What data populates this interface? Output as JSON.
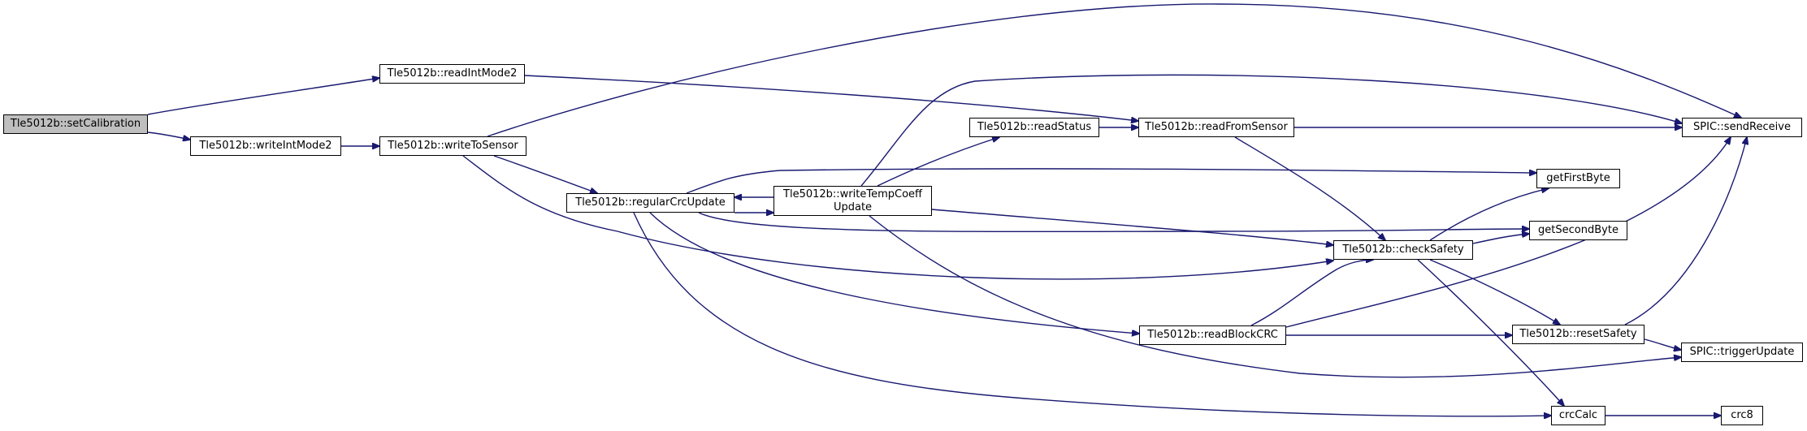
{
  "nodes": [
    {
      "id": "setCalibration",
      "label": "Tle5012b::setCalibration",
      "root": true
    },
    {
      "id": "readIntMode2",
      "label": "Tle5012b::readIntMode2"
    },
    {
      "id": "writeIntMode2",
      "label": "Tle5012b::writeIntMode2"
    },
    {
      "id": "writeToSensor",
      "label": "Tle5012b::writeToSensor"
    },
    {
      "id": "regularCrcUpdate",
      "label": "Tle5012b::regularCrcUpdate"
    },
    {
      "id": "writeTempCoeffUpdate",
      "label": "Tle5012b::writeTempCoeff",
      "label2": "Update"
    },
    {
      "id": "readStatus",
      "label": "Tle5012b::readStatus"
    },
    {
      "id": "readFromSensor",
      "label": "Tle5012b::readFromSensor"
    },
    {
      "id": "checkSafety",
      "label": "Tle5012b::checkSafety"
    },
    {
      "id": "readBlockCRC",
      "label": "Tle5012b::readBlockCRC"
    },
    {
      "id": "resetSafety",
      "label": "Tle5012b::resetSafety"
    },
    {
      "id": "sendReceive",
      "label": "SPIC::sendReceive"
    },
    {
      "id": "getFirstByte",
      "label": "getFirstByte"
    },
    {
      "id": "getSecondByte",
      "label": "getSecondByte"
    },
    {
      "id": "triggerUpdate",
      "label": "SPIC::triggerUpdate"
    },
    {
      "id": "crcCalc",
      "label": "crcCalc"
    },
    {
      "id": "crc8",
      "label": "crc8"
    }
  ],
  "edges": [
    [
      "setCalibration",
      "readIntMode2"
    ],
    [
      "setCalibration",
      "writeIntMode2"
    ],
    [
      "readIntMode2",
      "readFromSensor"
    ],
    [
      "writeIntMode2",
      "writeToSensor"
    ],
    [
      "writeToSensor",
      "sendReceive"
    ],
    [
      "writeToSensor",
      "regularCrcUpdate"
    ],
    [
      "writeToSensor",
      "checkSafety"
    ],
    [
      "regularCrcUpdate",
      "writeTempCoeffUpdate"
    ],
    [
      "regularCrcUpdate",
      "getFirstByte"
    ],
    [
      "regularCrcUpdate",
      "getSecondByte"
    ],
    [
      "regularCrcUpdate",
      "readBlockCRC"
    ],
    [
      "regularCrcUpdate",
      "crcCalc"
    ],
    [
      "writeTempCoeffUpdate",
      "regularCrcUpdate"
    ],
    [
      "writeTempCoeffUpdate",
      "readStatus"
    ],
    [
      "writeTempCoeffUpdate",
      "sendReceive"
    ],
    [
      "writeTempCoeffUpdate",
      "checkSafety"
    ],
    [
      "writeTempCoeffUpdate",
      "triggerUpdate"
    ],
    [
      "readStatus",
      "readFromSensor"
    ],
    [
      "readFromSensor",
      "sendReceive"
    ],
    [
      "readFromSensor",
      "checkSafety"
    ],
    [
      "checkSafety",
      "getFirstByte"
    ],
    [
      "checkSafety",
      "getSecondByte"
    ],
    [
      "checkSafety",
      "resetSafety"
    ],
    [
      "checkSafety",
      "crcCalc"
    ],
    [
      "readBlockCRC",
      "checkSafety"
    ],
    [
      "readBlockCRC",
      "sendReceive"
    ],
    [
      "readBlockCRC",
      "resetSafety"
    ],
    [
      "resetSafety",
      "sendReceive"
    ],
    [
      "resetSafety",
      "triggerUpdate"
    ],
    [
      "crcCalc",
      "crc8"
    ]
  ],
  "colors": {
    "edge": "#191970",
    "root_fill": "#bfbfbf",
    "node_fill": "#ffffff",
    "border": "#000000"
  }
}
